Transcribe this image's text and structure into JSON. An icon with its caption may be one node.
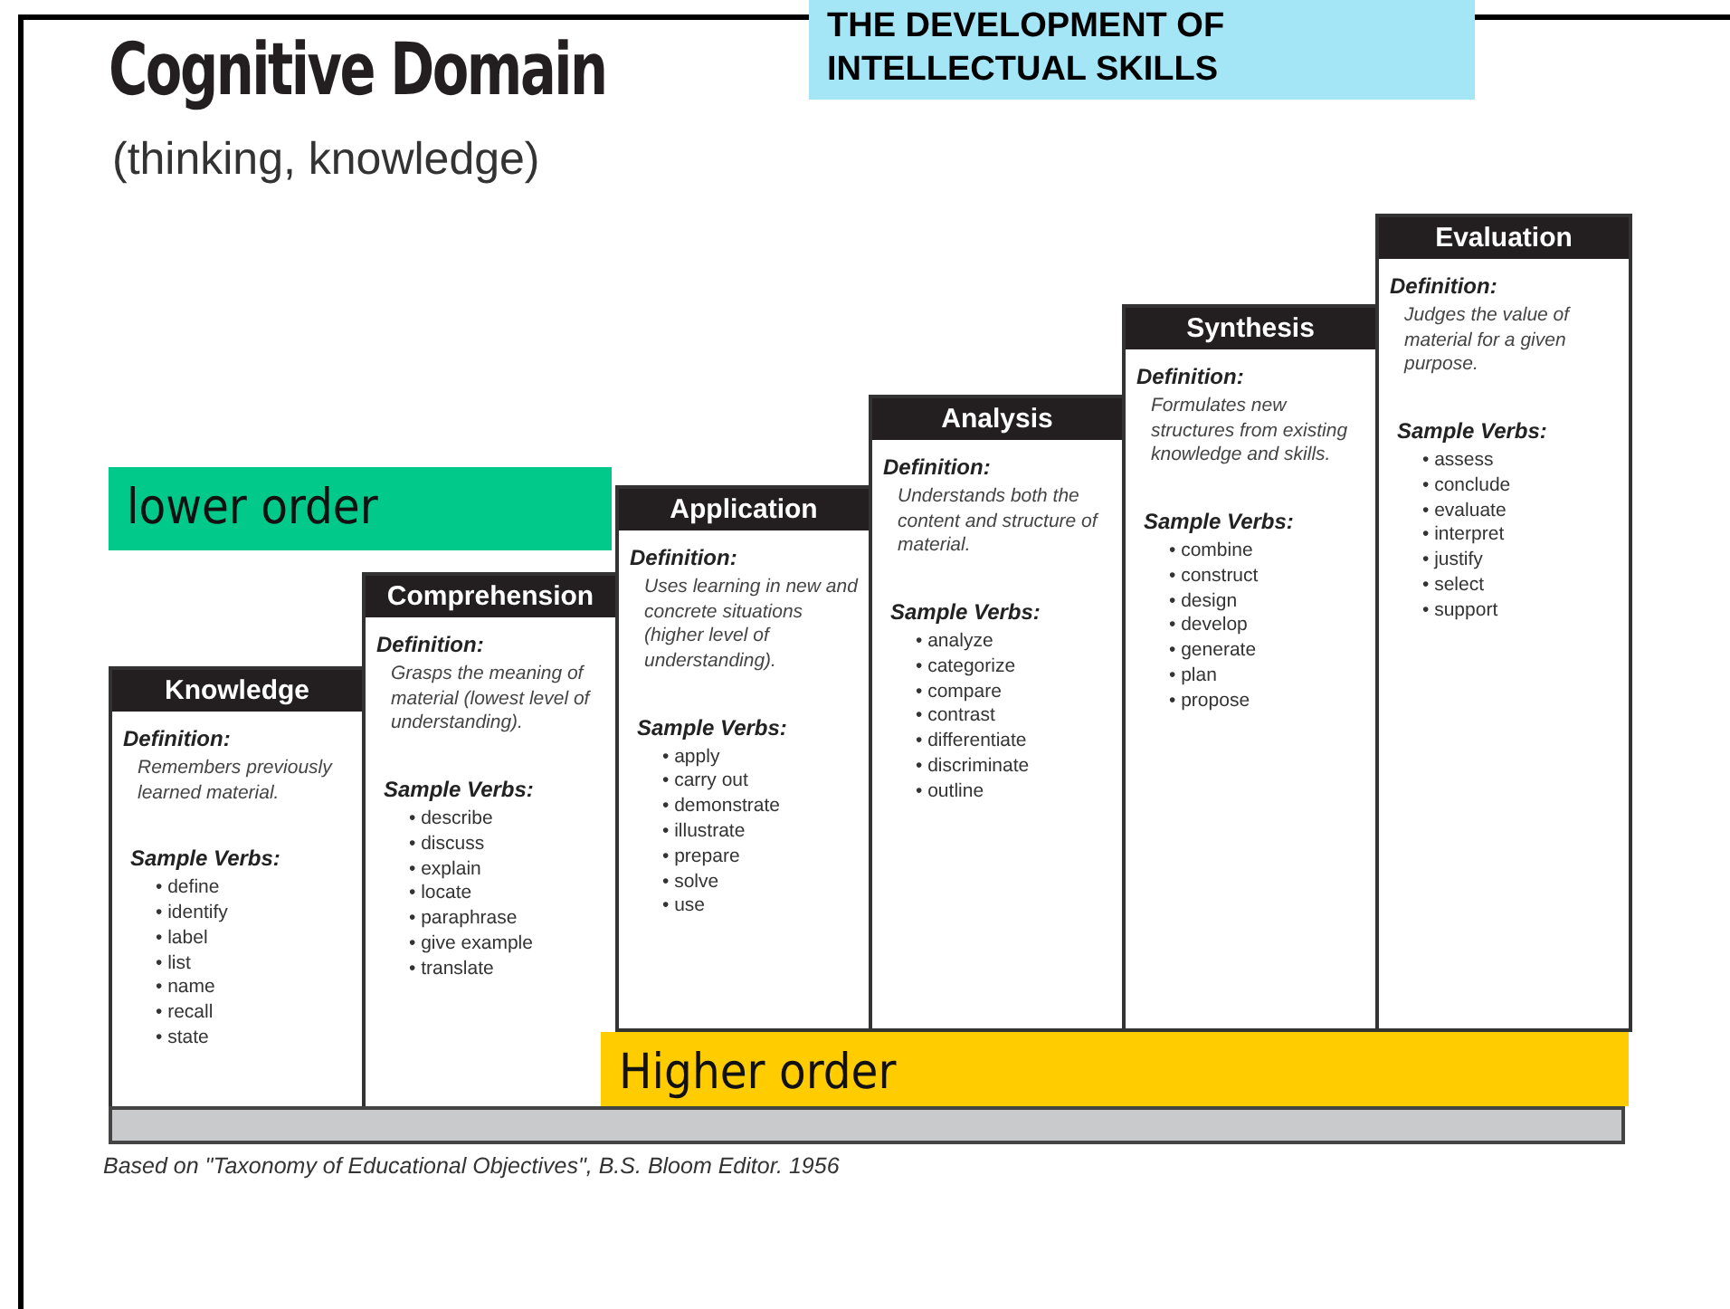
{
  "diagram": {
    "title": "Cognitive Domain",
    "caption": "Based on \"Taxonomy of Educational Objectives\", B.S. Bloom Editor. 1956",
    "nodes": [
      {
        "text": [
          "Knowledge",
          "Definition:",
          "Remembers previously learned material.",
          "Sample Verbs:",
          "• define",
          "• identify",
          "• label",
          "• list",
          "• name",
          "• recall",
          "• state"
        ]
      },
      {
        "text": [
          "Comprehension",
          "Definition:",
          "Grasps the meaning of material (lowest level of understanding).",
          "Sample Verbs:",
          "• describe",
          "• discuss",
          "• explain",
          "• locate",
          "• paraphrase",
          "• give example",
          "• translate"
        ]
      },
      {
        "text": [
          "Application",
          "Definition:",
          "Uses learning in new and concrete situations (higher level of understanding).",
          "Sample Verbs:",
          "• apply",
          "• carry out",
          "• demonstrate",
          "• illustrate",
          "• prepare",
          "• solve",
          "• use"
        ]
      },
      {
        "text": [
          "Analysis",
          "Definition:",
          "Understands both the content and structure of material.",
          "Sample Verbs:",
          "• analyze",
          "• categorize",
          "• compare",
          "• contrast",
          "• differentiate",
          "• discriminate",
          "• outline"
        ]
      },
      {
        "text": [
          "Synthesis",
          "Definition:",
          "Formulates new structures from existing knowledge and skills.",
          "Sample Verbs:",
          "• combine",
          "• construct",
          "• design",
          "• develop",
          "• generate",
          "• plan",
          "• propose"
        ]
      },
      {
        "text": [
          "Evaluation",
          "Definition:",
          "Judges the value of material for a given purpose.",
          "Sample Verbs:",
          "• assess",
          "• conclude",
          "• evaluate",
          "• interpret",
          "• justify",
          "• select",
          "• support"
        ]
      },
      {
        "text": [],
        "shape": "bar"
      }
    ],
    "edges": [],
    "labels": [
      "(thinking, knowledge)",
      "THE DEVELOPMENT OF INTELLECTUAL SKILLS",
      "lower order",
      "Higher order"
    ]
  }
}
